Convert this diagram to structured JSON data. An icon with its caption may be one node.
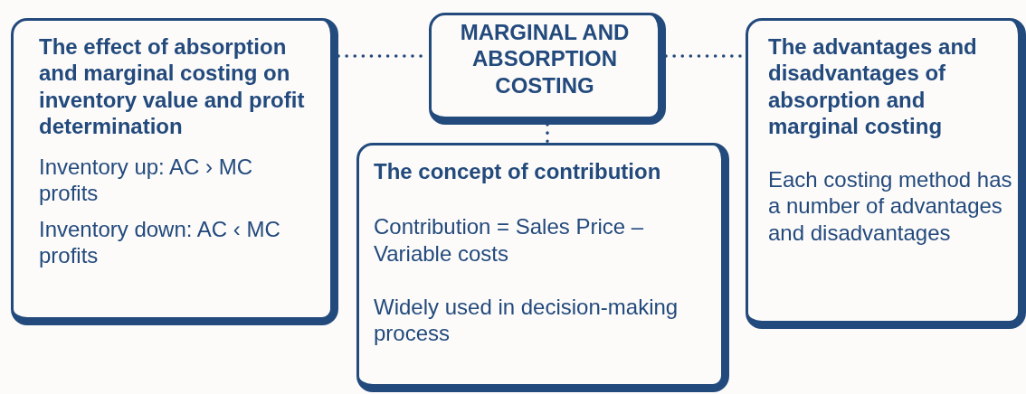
{
  "diagram": {
    "nodes": [
      {
        "text": [
          "The effect of absorption and marginal costing on inventory value and profit determination",
          "Inventory up: AC › MC profits",
          "Inventory down: AC ‹ MC profits"
        ]
      },
      {
        "text": [
          "MARGINAL AND ABSORPTION COSTING"
        ]
      },
      {
        "text": [
          "The advantages and disadvantages of absorption and marginal costing",
          "Each costing method has a number of advantages and disadvantages"
        ]
      },
      {
        "text": [
          "The concept of contribution",
          "Contribution = Sales Price – Variable costs",
          "Widely used in decision-making process"
        ]
      }
    ],
    "edges": [
      {
        "from": 0,
        "to": 1,
        "arrow": "none",
        "style": "dashed"
      },
      {
        "from": 1,
        "to": 2,
        "arrow": "none",
        "style": "dashed"
      },
      {
        "from": 1,
        "to": 3,
        "arrow": "none",
        "style": "dashed"
      }
    ]
  }
}
